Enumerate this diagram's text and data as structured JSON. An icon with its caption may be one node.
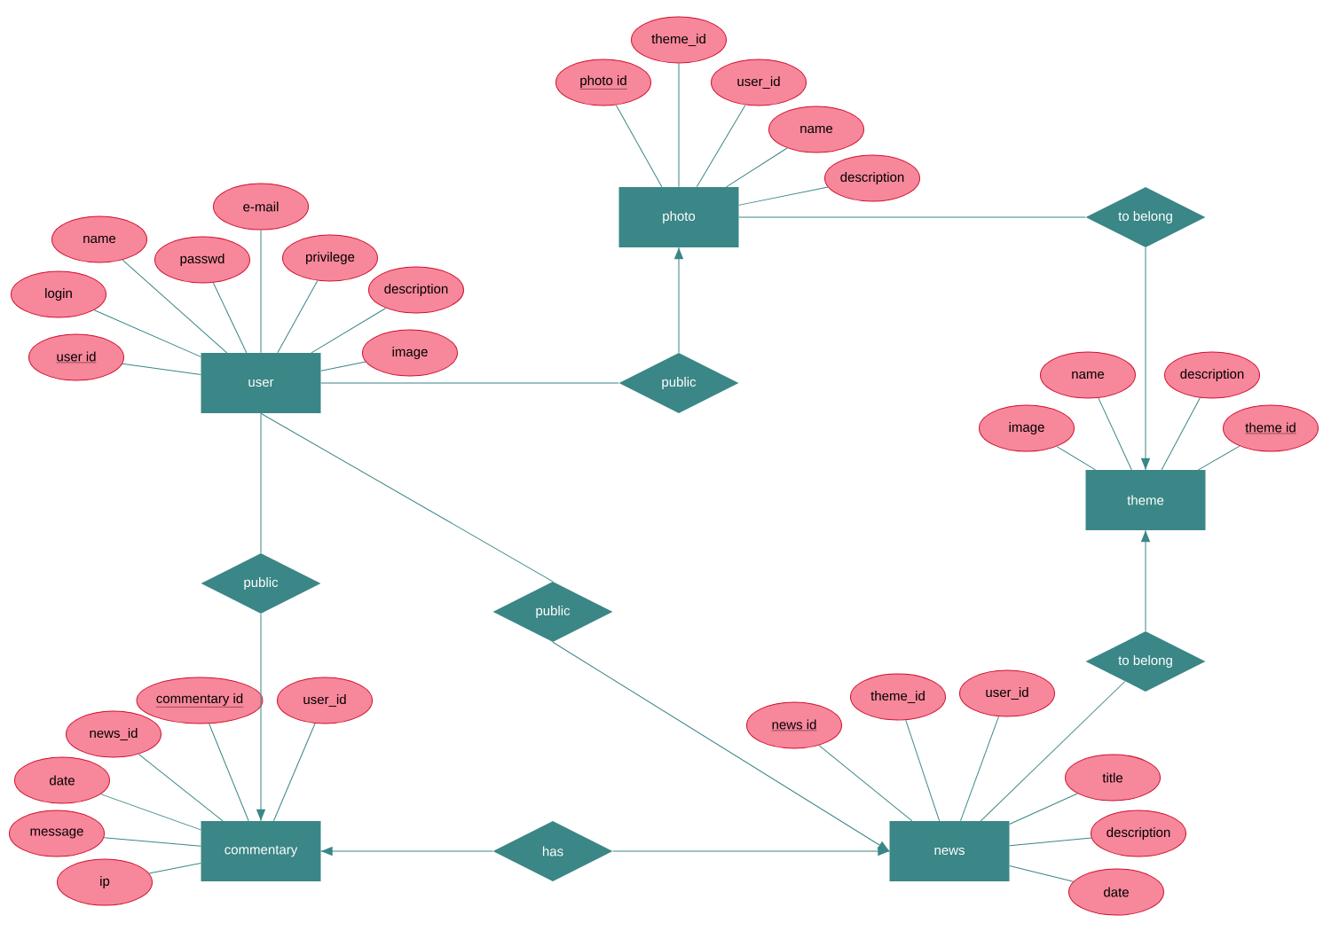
{
  "diagram": {
    "nodes": [
      {
        "text": [
          "user"
        ]
      },
      {
        "text": [
          "photo"
        ]
      },
      {
        "text": [
          "theme"
        ]
      },
      {
        "text": [
          "commentary"
        ]
      },
      {
        "text": [
          "news"
        ]
      },
      {
        "text": [
          "public"
        ]
      },
      {
        "text": [
          "to belong"
        ]
      },
      {
        "text": [
          "public"
        ]
      },
      {
        "text": [
          "public"
        ]
      },
      {
        "text": [
          "to belong"
        ]
      },
      {
        "text": [
          "has"
        ]
      },
      {
        "text": [
          "name"
        ]
      },
      {
        "text": [
          "e-mail"
        ]
      },
      {
        "text": [
          "passwd"
        ]
      },
      {
        "text": [
          "privilege"
        ]
      },
      {
        "text": [
          "login"
        ]
      },
      {
        "text": [
          "description"
        ]
      },
      {
        "text": [
          "user id"
        ]
      },
      {
        "text": [
          "image"
        ]
      },
      {
        "text": [
          "theme_id"
        ]
      },
      {
        "text": [
          "photo id"
        ]
      },
      {
        "text": [
          "user_id"
        ]
      },
      {
        "text": [
          "name"
        ]
      },
      {
        "text": [
          "description"
        ]
      },
      {
        "text": [
          "name"
        ]
      },
      {
        "text": [
          "description"
        ]
      },
      {
        "text": [
          "image"
        ]
      },
      {
        "text": [
          "theme id"
        ]
      },
      {
        "text": [
          "commentary id"
        ]
      },
      {
        "text": [
          "user_id"
        ]
      },
      {
        "text": [
          "news_id"
        ]
      },
      {
        "text": [
          "date"
        ]
      },
      {
        "text": [
          "message"
        ]
      },
      {
        "text": [
          "ip"
        ]
      },
      {
        "text": [
          "theme_id"
        ]
      },
      {
        "text": [
          "user_id"
        ]
      },
      {
        "text": [
          "news id"
        ]
      },
      {
        "text": [
          "title"
        ]
      },
      {
        "text": [
          "description"
        ]
      },
      {
        "text": [
          "date"
        ]
      }
    ],
    "edges": [
      {
        "from": 0,
        "to": 5,
        "arrow": "none"
      },
      {
        "from": 5,
        "to": 1,
        "arrow": "to"
      },
      {
        "from": 1,
        "to": 6,
        "arrow": "none"
      },
      {
        "from": 6,
        "to": 2,
        "arrow": "to"
      },
      {
        "from": 0,
        "to": 7,
        "arrow": "none"
      },
      {
        "from": 7,
        "to": 3,
        "arrow": "to"
      },
      {
        "from": 0,
        "to": 8,
        "arrow": "none"
      },
      {
        "from": 8,
        "to": 4,
        "arrow": "to"
      },
      {
        "from": 4,
        "to": 9,
        "arrow": "none"
      },
      {
        "from": 9,
        "to": 2,
        "arrow": "to"
      },
      {
        "from": 10,
        "to": 3,
        "arrow": "to"
      },
      {
        "from": 10,
        "to": 4,
        "arrow": "to"
      },
      {
        "from": 11,
        "to": 0,
        "arrow": "none"
      },
      {
        "from": 12,
        "to": 0,
        "arrow": "none"
      },
      {
        "from": 13,
        "to": 0,
        "arrow": "none"
      },
      {
        "from": 14,
        "to": 0,
        "arrow": "none"
      },
      {
        "from": 15,
        "to": 0,
        "arrow": "none"
      },
      {
        "from": 16,
        "to": 0,
        "arrow": "none"
      },
      {
        "from": 17,
        "to": 0,
        "arrow": "none"
      },
      {
        "from": 18,
        "to": 0,
        "arrow": "none"
      },
      {
        "from": 19,
        "to": 1,
        "arrow": "none"
      },
      {
        "from": 20,
        "to": 1,
        "arrow": "none"
      },
      {
        "from": 21,
        "to": 1,
        "arrow": "none"
      },
      {
        "from": 22,
        "to": 1,
        "arrow": "none"
      },
      {
        "from": 23,
        "to": 1,
        "arrow": "none"
      },
      {
        "from": 24,
        "to": 2,
        "arrow": "none"
      },
      {
        "from": 25,
        "to": 2,
        "arrow": "none"
      },
      {
        "from": 26,
        "to": 2,
        "arrow": "none"
      },
      {
        "from": 27,
        "to": 2,
        "arrow": "none"
      },
      {
        "from": 28,
        "to": 3,
        "arrow": "none"
      },
      {
        "from": 29,
        "to": 3,
        "arrow": "none"
      },
      {
        "from": 30,
        "to": 3,
        "arrow": "none"
      },
      {
        "from": 31,
        "to": 3,
        "arrow": "none"
      },
      {
        "from": 32,
        "to": 3,
        "arrow": "none"
      },
      {
        "from": 33,
        "to": 3,
        "arrow": "none"
      },
      {
        "from": 34,
        "to": 4,
        "arrow": "none"
      },
      {
        "from": 35,
        "to": 4,
        "arrow": "none"
      },
      {
        "from": 36,
        "to": 4,
        "arrow": "none"
      },
      {
        "from": 37,
        "to": 4,
        "arrow": "none"
      },
      {
        "from": 38,
        "to": 4,
        "arrow": "none"
      },
      {
        "from": 39,
        "to": 4,
        "arrow": "none"
      }
    ]
  }
}
